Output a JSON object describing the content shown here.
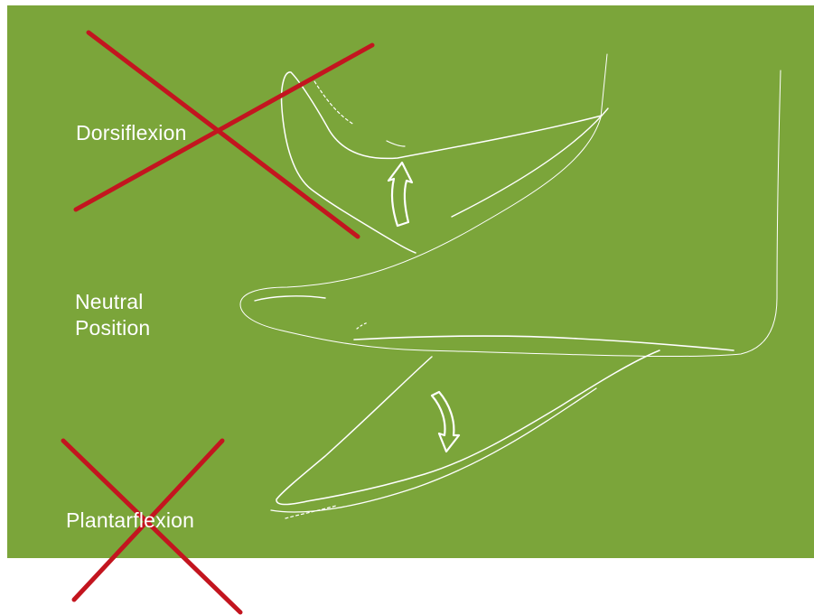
{
  "labels": {
    "dorsiflexion": "Dorsiflexion",
    "neutral_line1": "Neutral",
    "neutral_line2": "Position",
    "plantarflexion": "Plantarflexion"
  },
  "colors": {
    "background": "#7ba53a",
    "page": "#ffffff",
    "line_art": "#ffffff",
    "cross_out": "#c3151f"
  },
  "icons": {
    "up_arrow": "curved-arrow-up-icon",
    "down_arrow": "curved-arrow-down-icon",
    "cross": "red-x-mark-icon"
  }
}
